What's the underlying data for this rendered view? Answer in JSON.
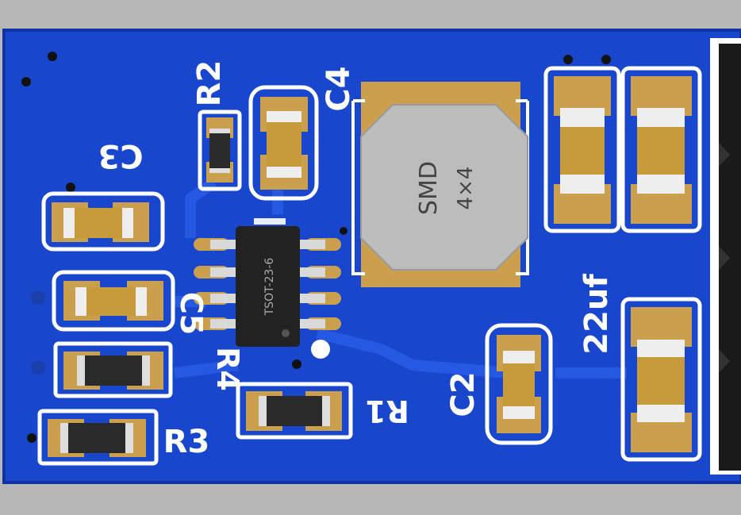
{
  "board": {
    "colors": {
      "background": "#b7b7b7",
      "board": "#1846cc",
      "board_edge": "#0f33a6",
      "copper": "#2457e0",
      "silk": "#ffffff",
      "pad": "#caa04e",
      "pad_dark": "#a47a2b",
      "resistor_body": "#2a2a2a",
      "cap_body": "#c79a3a",
      "ic_body": "#222222",
      "inductor_body": "#bcbcbc",
      "connector": "#1a1a1a"
    }
  },
  "labels": {
    "r1": "R1",
    "r2": "R2",
    "r3": "R3",
    "r4": "R4",
    "c2": "C2",
    "c3": "C3",
    "c4": "C4",
    "c5": "C5",
    "cap_value": "22uf",
    "ic_marking": "TSOT-23-6",
    "inductor_line1": "SMD",
    "inductor_line2": "4×4"
  }
}
